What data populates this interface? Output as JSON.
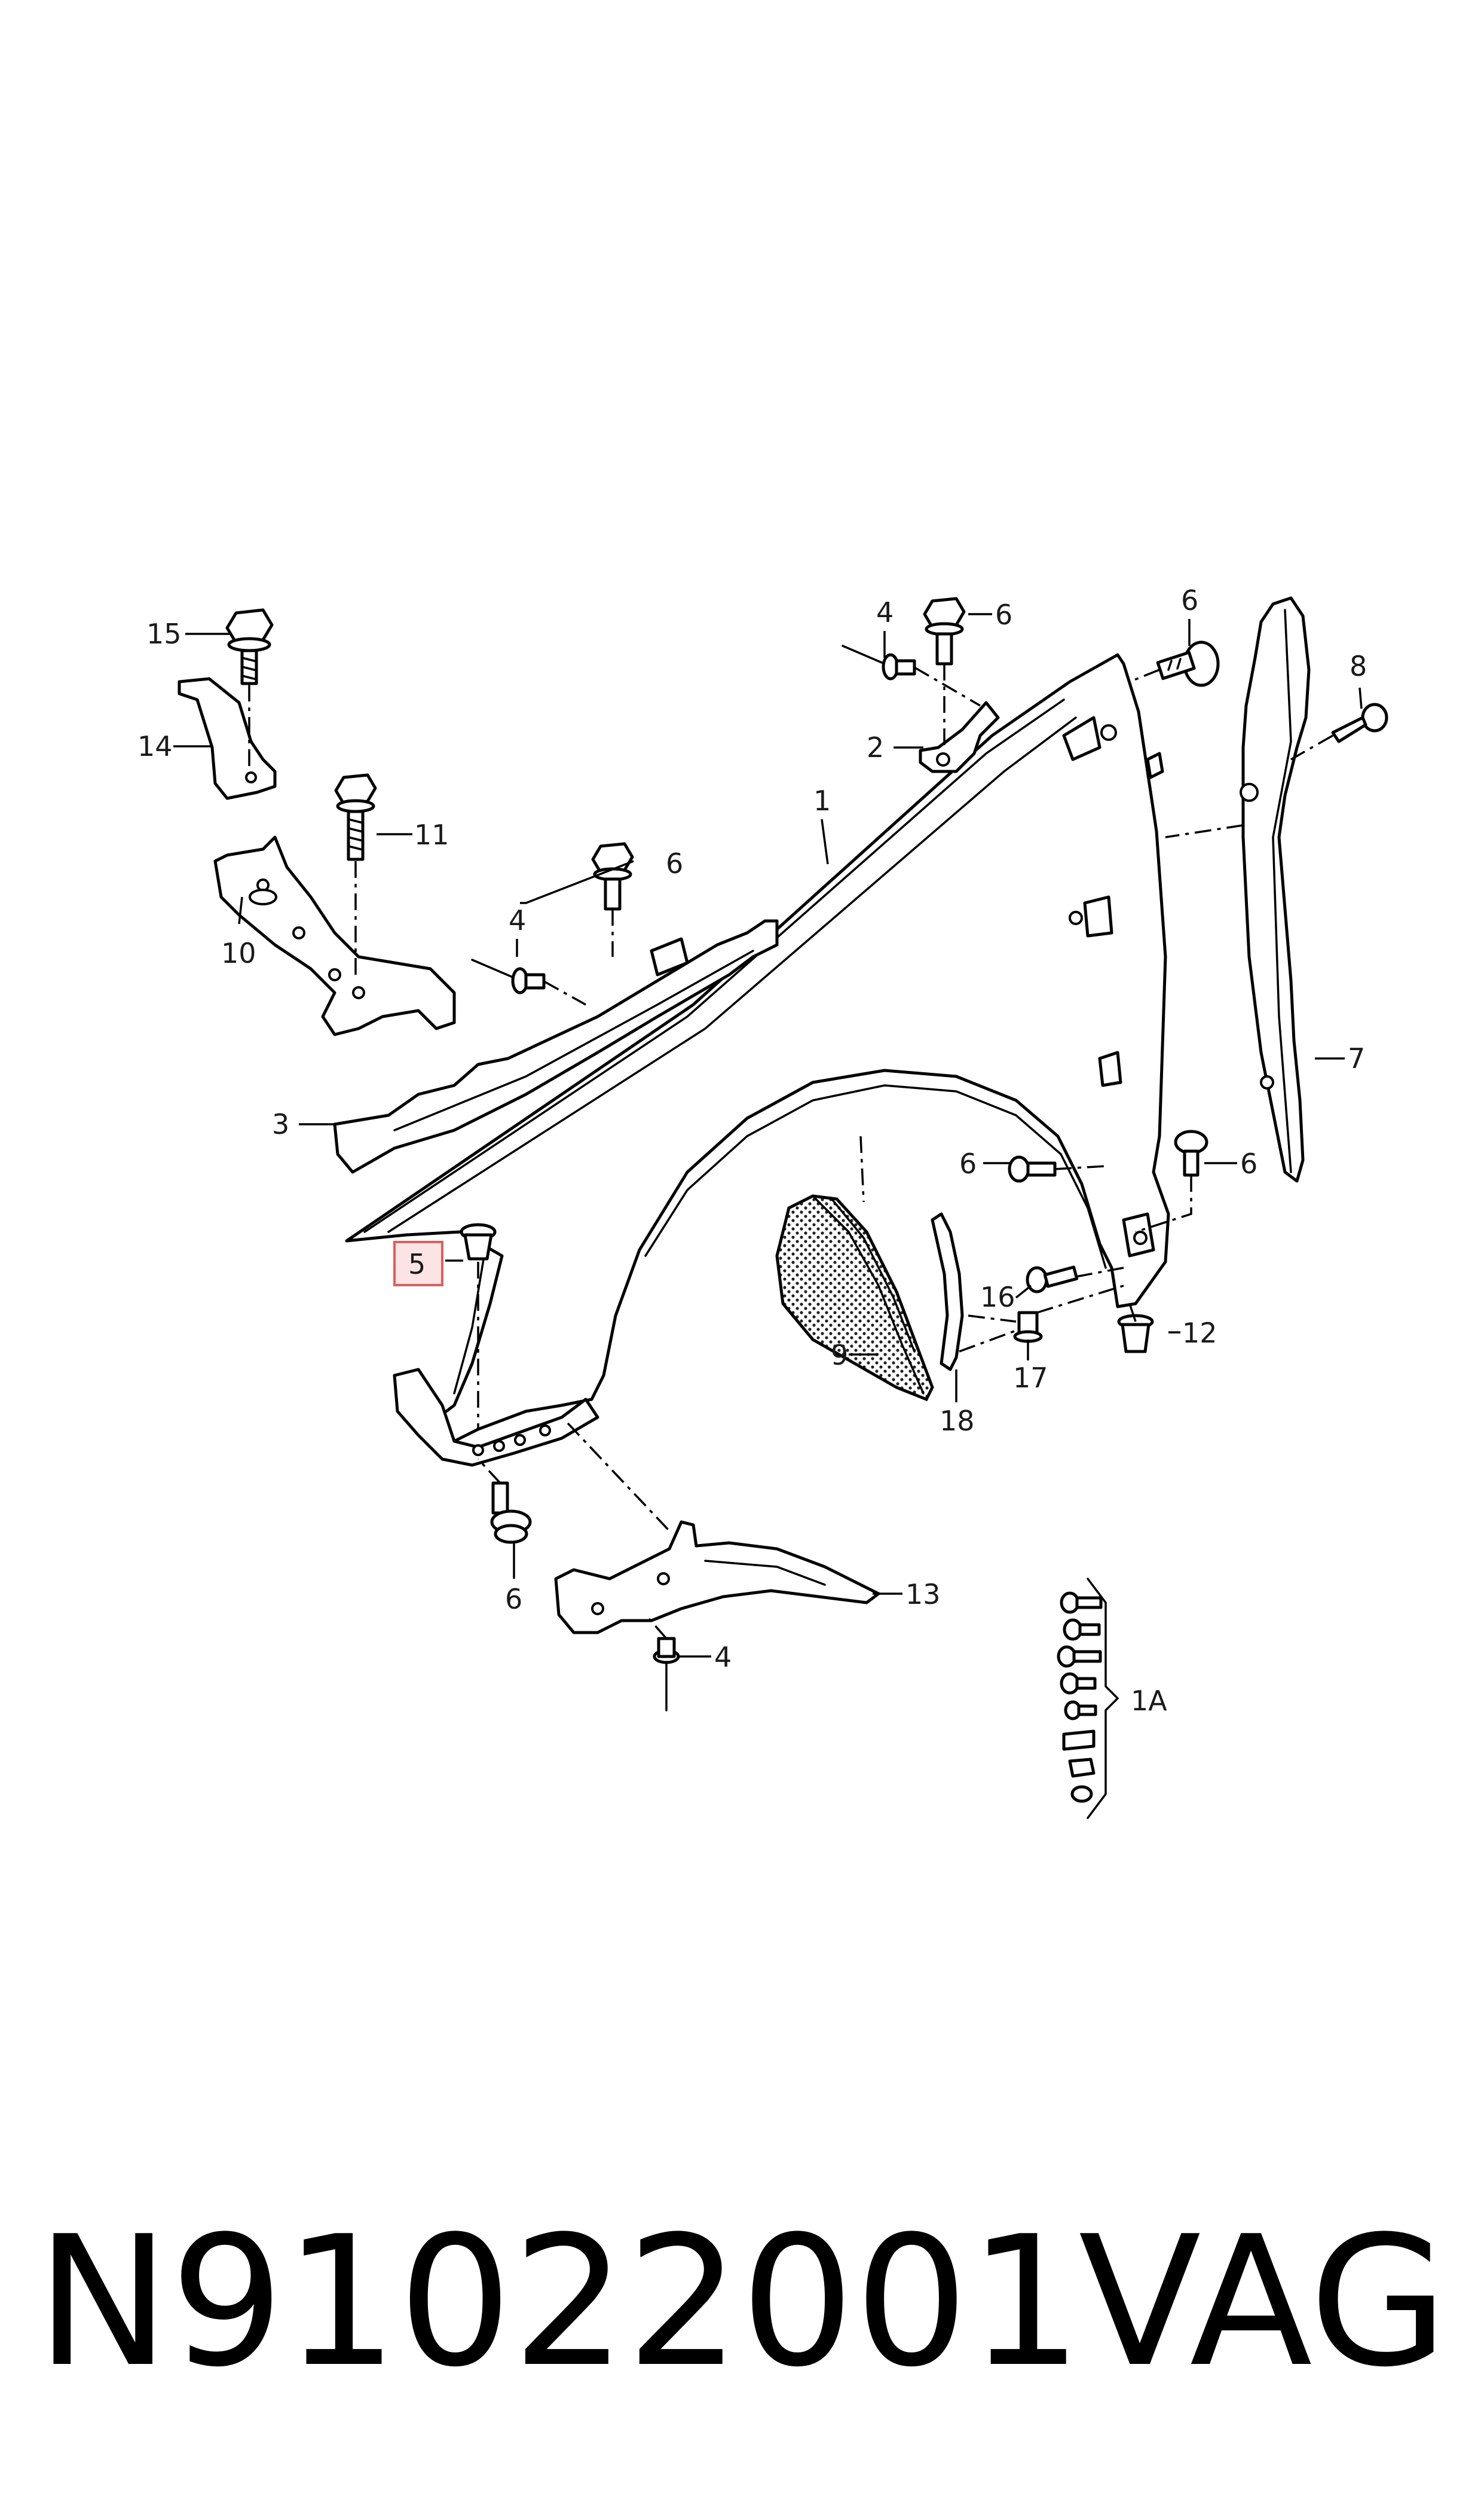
{
  "callouts": {
    "c1": "1",
    "c1A": "1A",
    "c2": "2",
    "c3": "3",
    "c4a": "4",
    "c4b": "4",
    "c4c": "4",
    "c5": "5",
    "c6a": "6",
    "c6b": "6",
    "c6c": "6",
    "c6d": "6",
    "c6e": "6",
    "c6f": "6",
    "c7": "7",
    "c8": "8",
    "c9": "9",
    "c10": "10",
    "c11": "11",
    "c12": "12",
    "c13": "13",
    "c14": "14",
    "c15": "15",
    "c16": "16",
    "c17": "17",
    "c18": "18"
  },
  "highlighted_callout": "5",
  "footer": {
    "part_number": "N91022001",
    "brand": "VAG"
  },
  "colors": {
    "highlight_fill": "#fde4e4",
    "highlight_border": "#d86060",
    "line": "#000000"
  }
}
